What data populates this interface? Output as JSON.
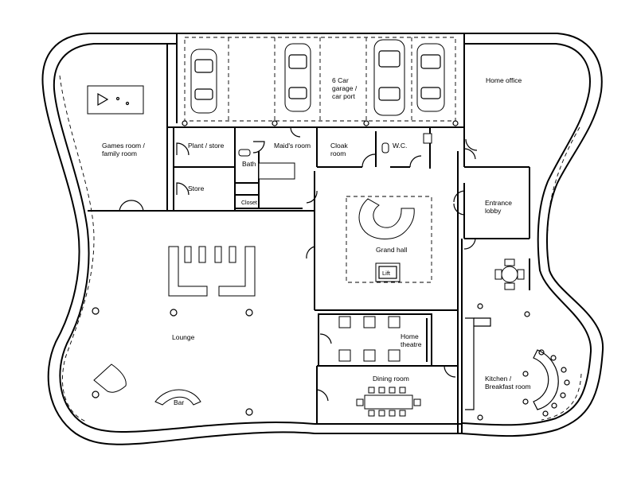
{
  "rooms": {
    "garage": "6 Car\ngarage /\ncar port",
    "home_office": "Home office",
    "games_room": "Games room /\nfamily room",
    "plant_store": "Plant / store",
    "maids_room": "Maid's room",
    "cloak_room": "Cloak\nroom",
    "wc": "W.C.",
    "bath": "Bath",
    "store": "Store",
    "closet": "Closet",
    "entrance_lobby": "Entrance\nlobby",
    "grand_hall": "Grand hall",
    "lift": "Lift",
    "lounge": "Lounge",
    "home_theatre": "Home\ntheatre",
    "dining_room": "Dining room",
    "kitchen": "Kitchen /\nBreakfast room",
    "bar": "Bar"
  }
}
